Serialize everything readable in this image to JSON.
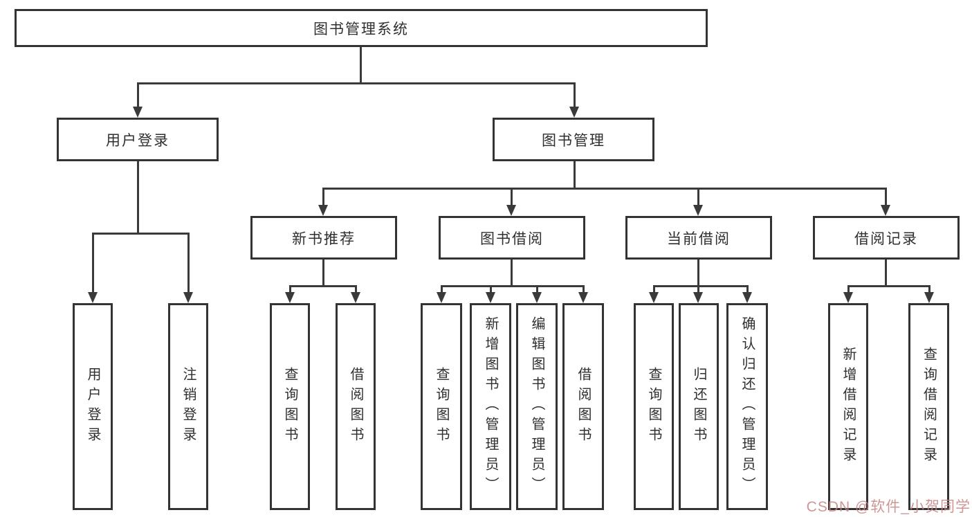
{
  "title": "图书管理系统",
  "level1": {
    "user_login": "用户登录",
    "book_mgmt": "图书管理"
  },
  "level2": {
    "new_book": "新书推荐",
    "borrow": "图书借阅",
    "current": "当前借阅",
    "record": "借阅记录"
  },
  "leaves": {
    "user": [
      "用户登录",
      "注销登录"
    ],
    "new_book": [
      "查询图书",
      "借阅图书"
    ],
    "borrow": [
      "查询图书",
      "新增图书（管理员）",
      "编辑图书（管理员）",
      "借阅图书"
    ],
    "current": [
      "查询图书",
      "归还图书",
      "确认归还（管理员）"
    ],
    "record": [
      "新增借阅记录",
      "查询借阅记录"
    ]
  },
  "watermark": "CSDN @软件_小贺同学",
  "colors": {
    "line": "#3a3a3a",
    "box_border": "#333333",
    "box_background": "#ffffff",
    "text": "#2f2f2f",
    "watermark": "#c58484"
  }
}
